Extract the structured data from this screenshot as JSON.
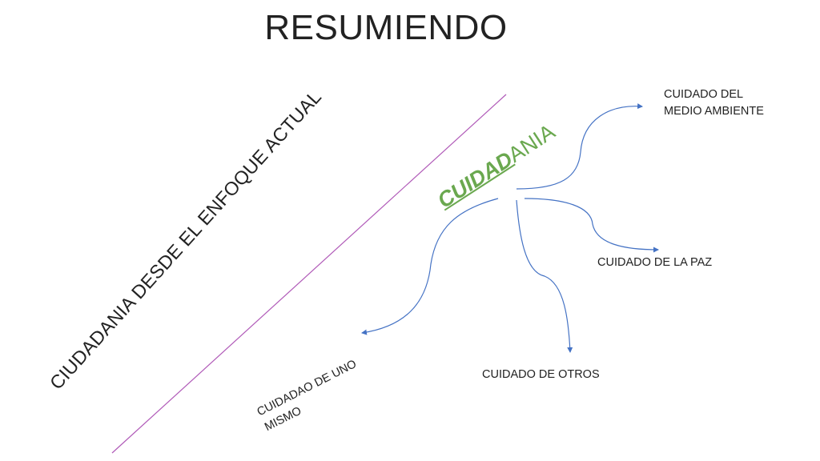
{
  "slide": {
    "title": "RESUMIENDO",
    "side_heading": "CIUDADANIA DESDE EL ENFOQUE ACTUAL",
    "center_word": {
      "part_a": "CUIDAD",
      "part_b": "ANIA"
    },
    "nodes": {
      "medio_ambiente": "CUIDADO DEL\nMEDIO AMBIENTE",
      "paz": "CUIDADO DE LA PAZ",
      "otros": "CUIDADO DE OTROS",
      "uno_mismo": "CUIDADAO DE UNO\nMISMO"
    },
    "colors": {
      "divider_line": "#b05ab8",
      "arrow": "#4472c4",
      "center_word": "#6aa84f",
      "text": "#222222"
    }
  }
}
